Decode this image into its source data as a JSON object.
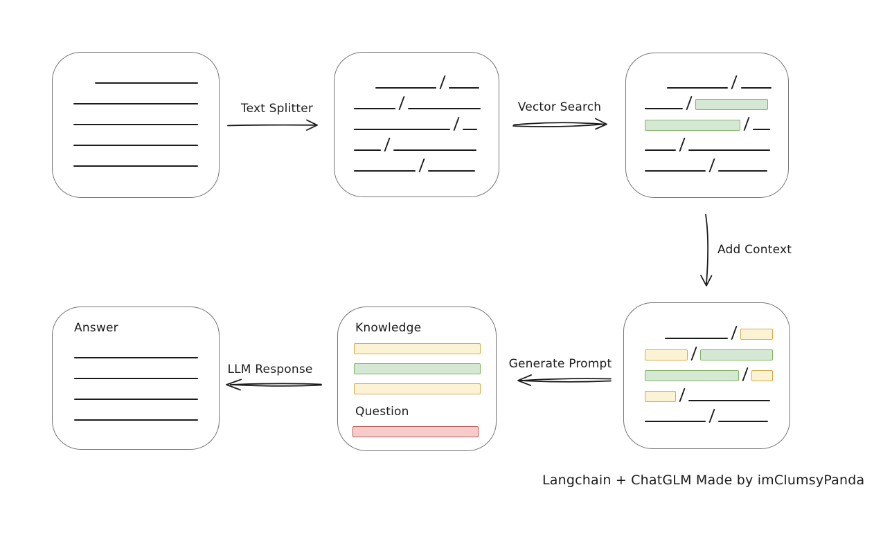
{
  "colors": {
    "ink": "#1b1b1b",
    "box_border": "#747474",
    "green_fill": "#d5e8d4",
    "green_stroke": "#82b366",
    "yellow_fill": "#fcf3d4",
    "yellow_stroke": "#d4ac4e",
    "red_fill": "#f6cccb",
    "red_stroke": "#b85450"
  },
  "labels": {
    "text_splitter": "Text Splitter",
    "vector_search": "Vector Search",
    "add_context": "Add Context",
    "generate_prompt": "Generate Prompt",
    "llm_response": "LLM Response",
    "caption": "Langchain + ChatGLM Made by imClumsyPanda"
  },
  "boxes": {
    "document": {
      "rows": [
        [
          {
            "t": "indent",
            "w": 31
          },
          {
            "t": "line",
            "w": 149
          }
        ],
        [
          {
            "t": "line",
            "w": 181
          }
        ],
        [
          {
            "t": "line",
            "w": 181
          }
        ],
        [
          {
            "t": "line",
            "w": 181
          }
        ],
        [
          {
            "t": "line",
            "w": 181
          }
        ]
      ]
    },
    "split_text": {
      "rows": [
        [
          {
            "t": "indent",
            "w": 31
          },
          {
            "t": "line",
            "w": 88
          },
          {
            "t": "slash"
          },
          {
            "t": "line",
            "w": 44
          }
        ],
        [
          {
            "t": "line",
            "w": 62
          },
          {
            "t": "slash"
          },
          {
            "t": "line",
            "w": 108
          }
        ],
        [
          {
            "t": "line",
            "w": 139
          },
          {
            "t": "slash"
          },
          {
            "t": "line",
            "w": 21
          }
        ],
        [
          {
            "t": "line",
            "w": 39
          },
          {
            "t": "slash"
          },
          {
            "t": "line",
            "w": 120
          }
        ],
        [
          {
            "t": "line",
            "w": 89
          },
          {
            "t": "slash"
          },
          {
            "t": "line",
            "w": 68
          }
        ]
      ]
    },
    "vector_matches": {
      "rows": [
        [
          {
            "t": "indent",
            "w": 32
          },
          {
            "t": "line",
            "w": 90
          },
          {
            "t": "slash"
          },
          {
            "t": "line",
            "w": 45
          }
        ],
        [
          {
            "t": "line",
            "w": 55
          },
          {
            "t": "slash"
          },
          {
            "t": "chunk",
            "c": "green",
            "w": 105
          }
        ],
        [
          {
            "t": "chunk",
            "c": "green",
            "w": 138
          },
          {
            "t": "slash"
          },
          {
            "t": "line",
            "w": 25
          }
        ],
        [
          {
            "t": "line",
            "w": 45
          },
          {
            "t": "slash"
          },
          {
            "t": "line",
            "w": 118
          }
        ],
        [
          {
            "t": "line",
            "w": 88
          },
          {
            "t": "slash"
          },
          {
            "t": "line",
            "w": 71
          }
        ]
      ]
    },
    "context": {
      "rows": [
        [
          {
            "t": "indent",
            "w": 30
          },
          {
            "t": "line",
            "w": 93
          },
          {
            "t": "slash"
          },
          {
            "t": "chunk",
            "c": "yellow",
            "w": 48
          }
        ],
        [
          {
            "t": "chunk",
            "c": "yellow",
            "w": 62
          },
          {
            "t": "slash"
          },
          {
            "t": "chunk",
            "c": "green",
            "w": 105
          }
        ],
        [
          {
            "t": "chunk",
            "c": "green",
            "w": 138
          },
          {
            "t": "slash"
          },
          {
            "t": "chunk",
            "c": "yellow",
            "w": 31
          }
        ],
        [
          {
            "t": "chunk",
            "c": "yellow",
            "w": 45
          },
          {
            "t": "slash"
          },
          {
            "t": "line",
            "w": 118
          }
        ],
        [
          {
            "t": "line",
            "w": 88
          },
          {
            "t": "slash"
          },
          {
            "t": "line",
            "w": 72
          }
        ]
      ]
    },
    "prompt": {
      "knowledge_title": "Knowledge",
      "question_title": "Question",
      "knowledge_bars": [
        {
          "c": "yellow",
          "w": 183
        },
        {
          "c": "green",
          "w": 183
        },
        {
          "c": "yellow",
          "w": 183
        }
      ],
      "question_bars": [
        {
          "c": "red",
          "w": 182
        }
      ]
    },
    "answer": {
      "title": "Answer",
      "rows": [
        [
          {
            "t": "line",
            "w": 181
          }
        ],
        [
          {
            "t": "line",
            "w": 181
          }
        ],
        [
          {
            "t": "line",
            "w": 181
          }
        ],
        [
          {
            "t": "line",
            "w": 181
          }
        ]
      ]
    }
  }
}
